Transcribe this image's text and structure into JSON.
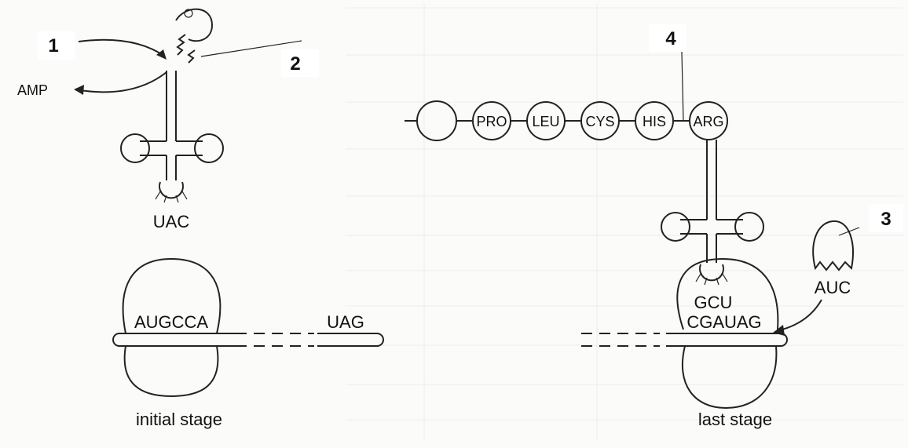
{
  "number_labels": {
    "one": "1",
    "two": "2",
    "three": "3",
    "four": "4"
  },
  "left_panel": {
    "released_molecule": "AMP",
    "anticodon": "UAC",
    "mrna_start": "AUGCCA",
    "mrna_stop": "UAG",
    "caption": "initial stage"
  },
  "right_panel": {
    "amino_acids": [
      "PRO",
      "LEU",
      "CYS",
      "HIS",
      "ARG"
    ],
    "anticodon": "GCU",
    "mrna_codons": "CGAUAG",
    "incoming_anticodon": "AUC",
    "caption": "last stage"
  }
}
